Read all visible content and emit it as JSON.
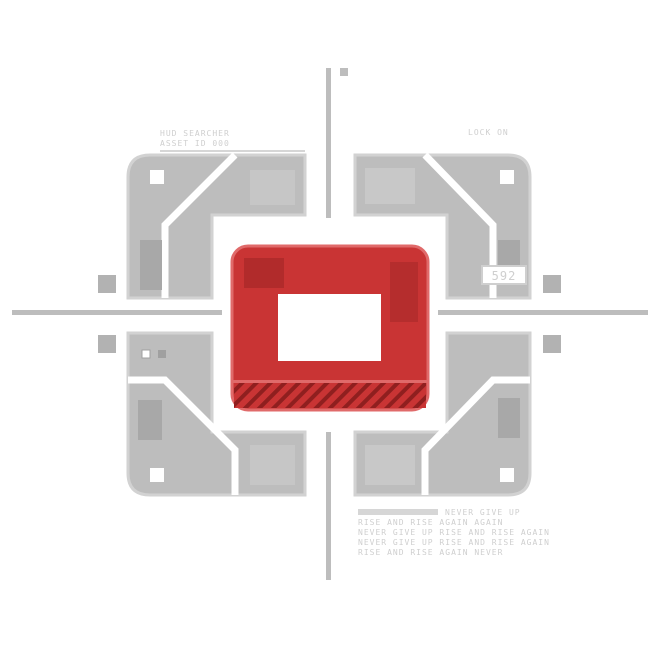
{
  "colors": {
    "background": "#ffffff",
    "panel": "#bdbdbd",
    "panel_dark": "#a8a8a8",
    "panel_light": "#cecece",
    "outline": "#d2d2d2",
    "accent": "#c93434",
    "accent_dark": "#a12626",
    "text": "#cfcfcf"
  },
  "readout": {
    "value": "592"
  },
  "top_left_label": {
    "lines": [
      "HUD SEARCHER",
      "ASSET ID 000"
    ]
  },
  "top_right_label": {
    "text": "LOCK ON"
  },
  "slogan": {
    "lines": [
      "NEVER GIVE UP",
      "RISE AND RISE AGAIN AGAIN",
      "NEVER GIVE UP RISE AND RISE AGAIN",
      "NEVER GIVE UP RISE AND RISE AGAIN",
      "RISE AND RISE AGAIN NEVER"
    ]
  }
}
